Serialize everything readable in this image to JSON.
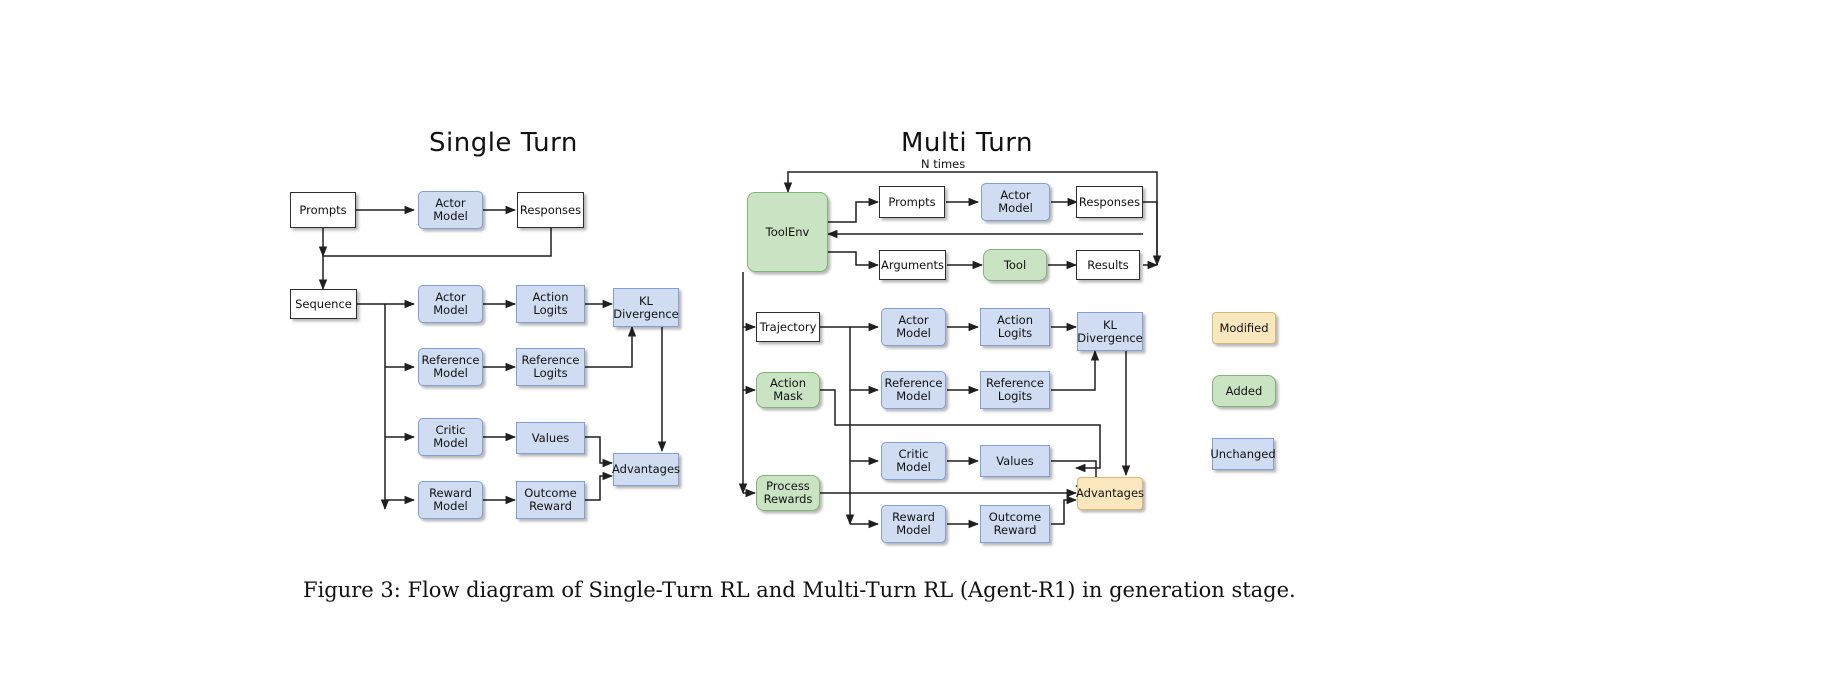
{
  "figure": {
    "caption": "Figure 3: Flow diagram of Single-Turn RL and Multi-Turn RL (Agent-R1) in generation stage."
  },
  "panels": {
    "single_turn": {
      "title": "Single Turn",
      "nodes": {
        "prompts": "Prompts",
        "actor_model_top": "Actor\nModel",
        "responses": "Responses",
        "sequence": "Sequence",
        "actor_model": "Actor\nModel",
        "action_logits": "Action\nLogits",
        "kl_divergence": "KL\nDivergence",
        "reference_model": "Reference\nModel",
        "reference_logits": "Reference\nLogits",
        "critic_model": "Critic\nModel",
        "values": "Values",
        "reward_model": "Reward\nModel",
        "outcome_reward": "Outcome\nReward",
        "advantages": "Advantages"
      }
    },
    "multi_turn": {
      "title": "Multi Turn",
      "loop_label": "N times",
      "nodes": {
        "toolenv": "ToolEnv",
        "prompts": "Prompts",
        "actor_model_top": "Actor\nModel",
        "responses": "Responses",
        "arguments": "Arguments",
        "tool": "Tool",
        "results": "Results",
        "trajectory": "Trajectory",
        "action_mask": "Action\nMask",
        "process_rewards": "Process\nRewards",
        "actor_model": "Actor\nModel",
        "action_logits": "Action\nLogits",
        "kl_divergence": "KL\nDivergence",
        "reference_model": "Reference\nModel",
        "reference_logits": "Reference\nLogits",
        "critic_model": "Critic\nModel",
        "values": "Values",
        "reward_model": "Reward\nModel",
        "outcome_reward": "Outcome\nReward",
        "advantages": "Advantages"
      }
    }
  },
  "legend": {
    "items": [
      {
        "label": "Modified",
        "color": "#fbe7bd"
      },
      {
        "label": "Added",
        "color": "#c9e3c3"
      },
      {
        "label": "Unchanged",
        "color": "#cfdcf2"
      }
    ]
  },
  "colors": {
    "unchanged": "#cfdcf2",
    "added": "#c9e3c3",
    "modified": "#fbe7bd",
    "plain": "#ffffff",
    "stroke": "#2e2e2e"
  }
}
